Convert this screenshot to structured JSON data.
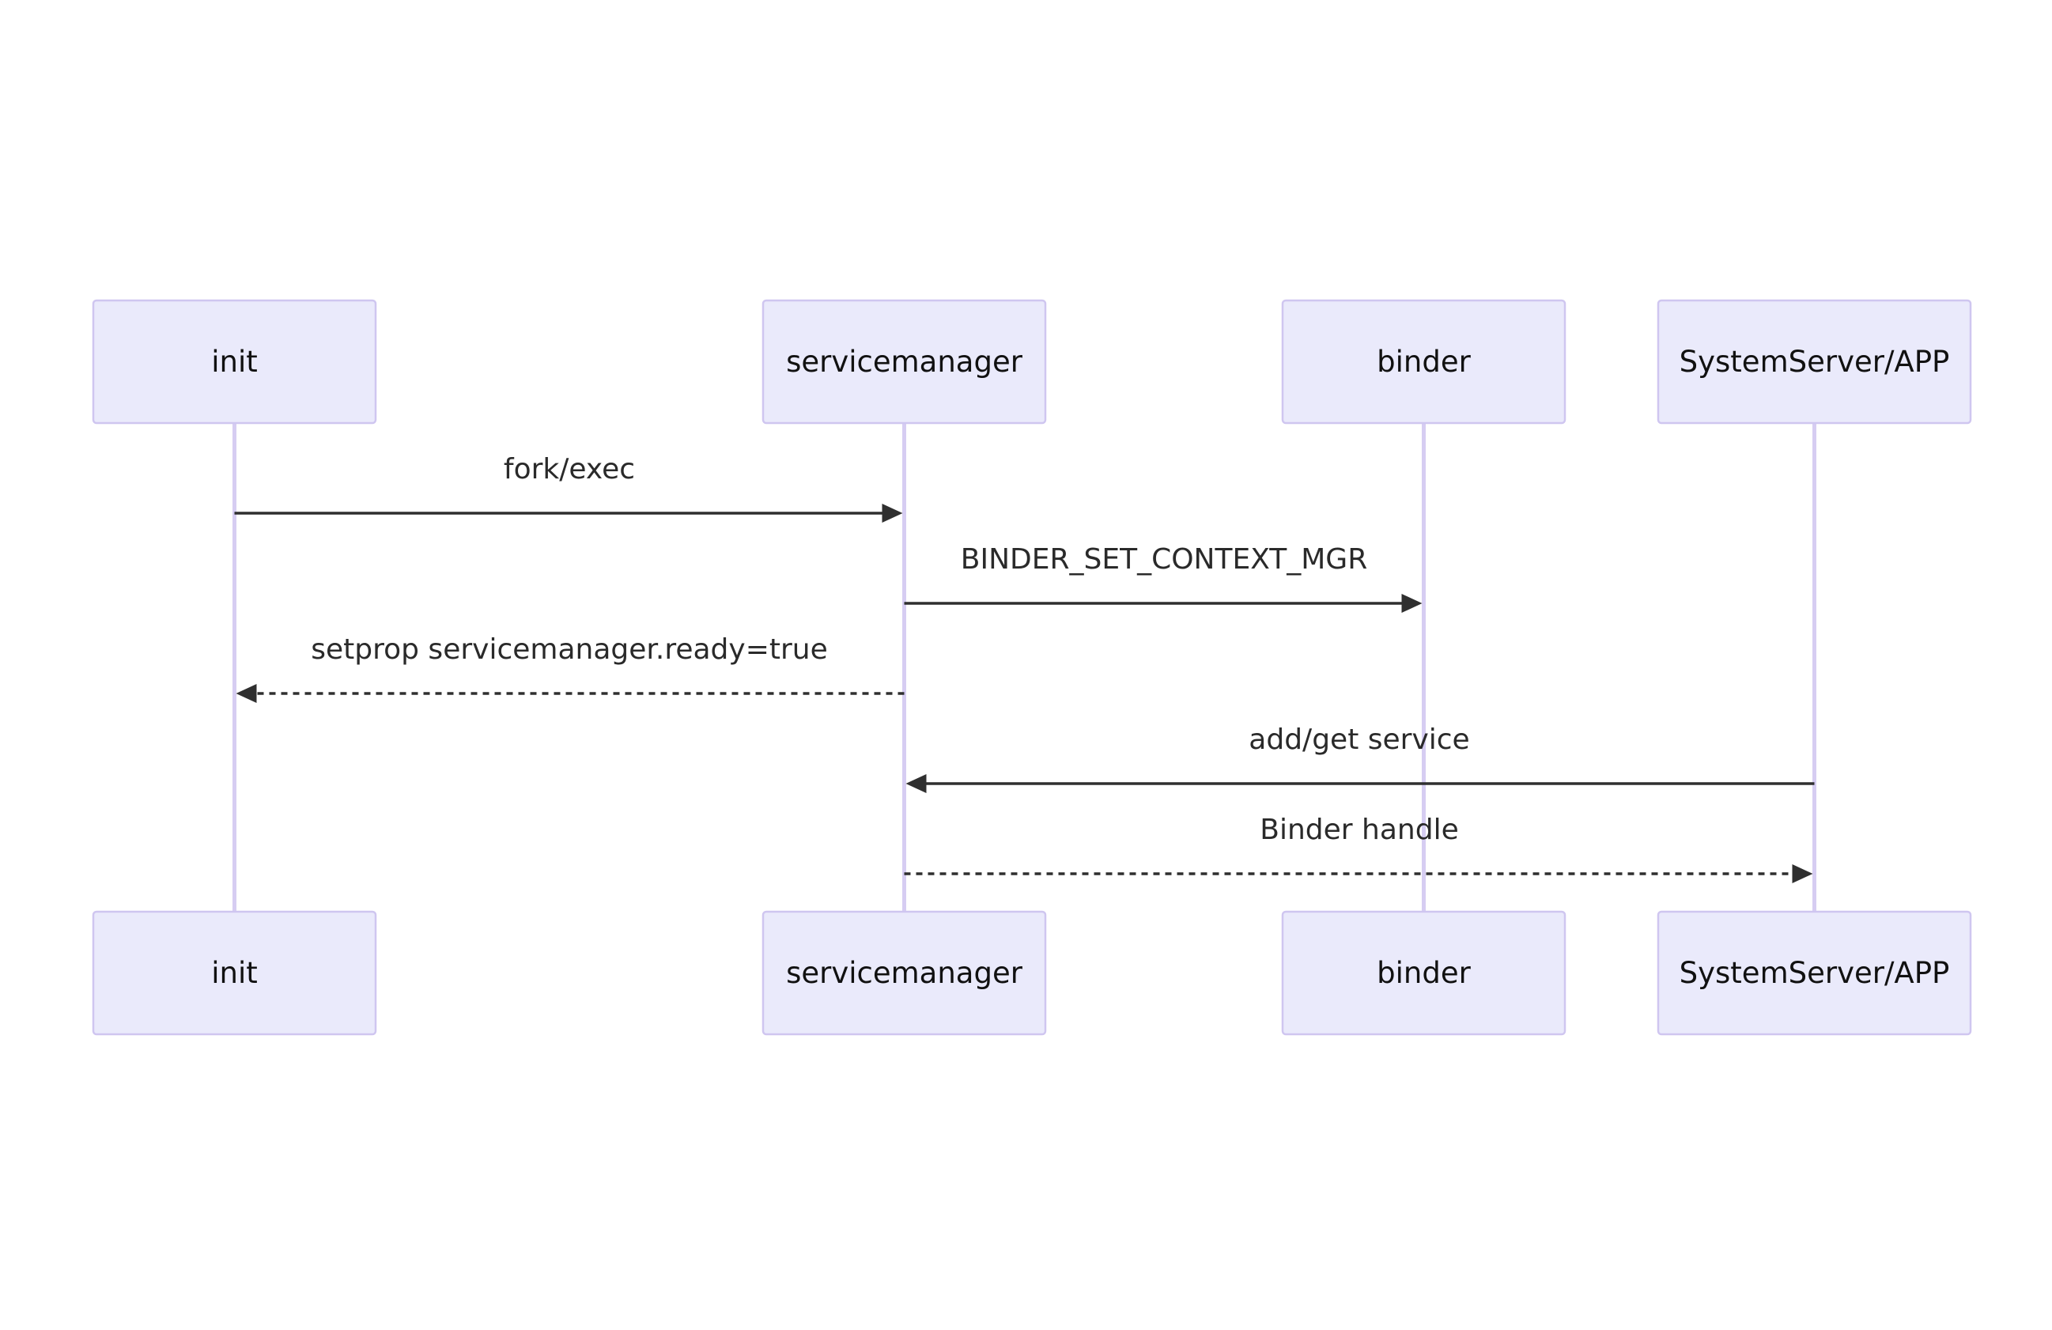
{
  "participants": [
    {
      "id": "init",
      "label": "init"
    },
    {
      "id": "servicemanager",
      "label": "servicemanager"
    },
    {
      "id": "binder",
      "label": "binder"
    },
    {
      "id": "systemserver",
      "label": "SystemServer/APP"
    }
  ],
  "messages": [
    {
      "from": "init",
      "to": "servicemanager",
      "label": "fork/exec",
      "style": "solid"
    },
    {
      "from": "servicemanager",
      "to": "binder",
      "label": "BINDER_SET_CONTEXT_MGR",
      "style": "solid"
    },
    {
      "from": "servicemanager",
      "to": "init",
      "label": "setprop servicemanager.ready=true",
      "style": "dashed"
    },
    {
      "from": "systemserver",
      "to": "servicemanager",
      "label": "add/get service",
      "style": "solid"
    },
    {
      "from": "servicemanager",
      "to": "systemserver",
      "label": "Binder handle",
      "style": "dashed"
    }
  ],
  "colors": {
    "actor_fill": "#eaeafb",
    "actor_border": "#cfc6f0",
    "lifeline": "#d6cdf2",
    "arrow": "#2f2f2f"
  }
}
